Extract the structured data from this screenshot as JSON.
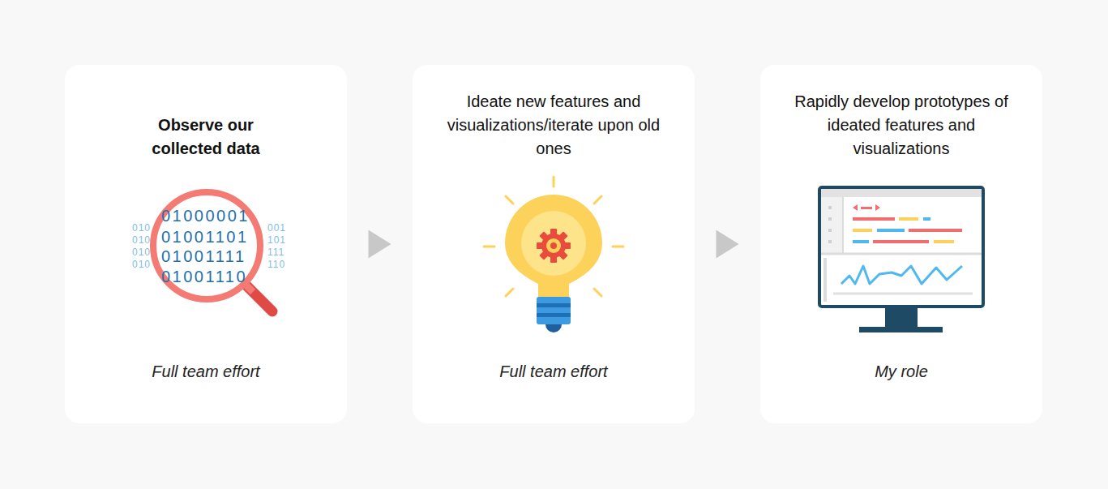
{
  "diagram": {
    "nodes": [
      {
        "text": [
          "Observe our collected data",
          "Full team effort"
        ]
      },
      {
        "text": [
          "Ideate new features and visualizations/iterate upon old ones",
          "Full team effort"
        ]
      },
      {
        "text": [
          "Rapidly develop prototypes of ideated features and visualizations",
          "My role"
        ]
      }
    ],
    "edges": [
      {
        "from": 0,
        "to": 1,
        "arrow": "to"
      },
      {
        "from": 1,
        "to": 2,
        "arrow": "to"
      }
    ],
    "labels": [
      "01000001",
      "01001101",
      "01001111",
      "01001110",
      "010",
      "010",
      "010",
      "010",
      "001",
      "101",
      "111",
      "110"
    ]
  }
}
